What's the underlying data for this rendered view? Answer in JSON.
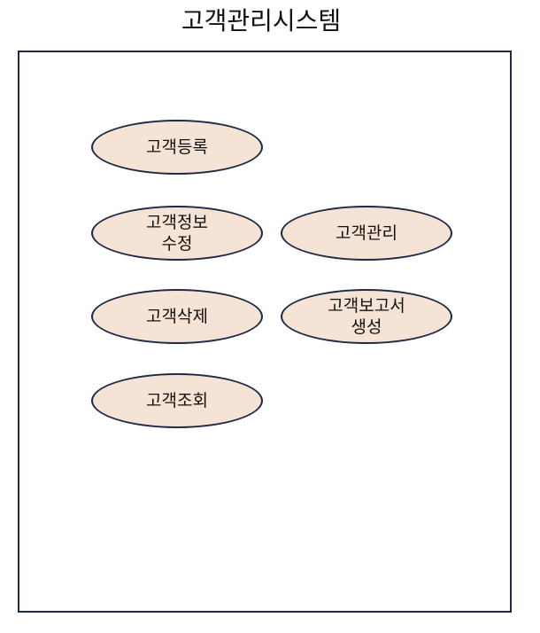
{
  "diagram": {
    "title": "고객관리시스템",
    "use_cases": {
      "register": "고객등록",
      "edit": "고객정보\n수정",
      "delete": "고객삭제",
      "search": "고객조회",
      "manage": "고객관리",
      "report": "고객보고서\n생성"
    },
    "colors": {
      "boundary": "#1f2a44",
      "use_case_fill": "#f5e3d5"
    }
  }
}
